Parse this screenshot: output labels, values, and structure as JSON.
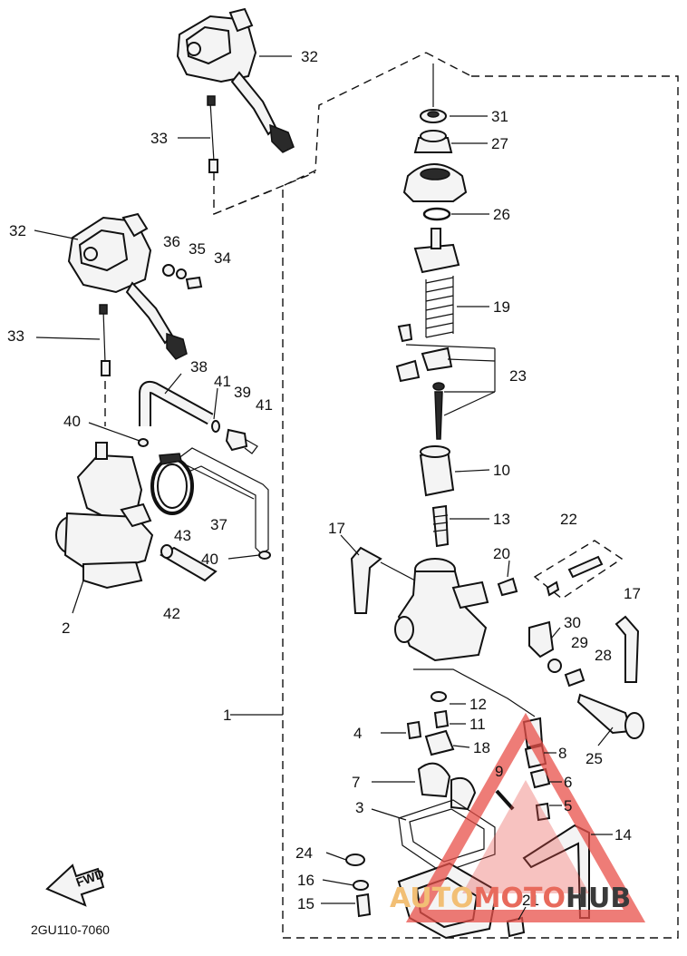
{
  "diagram": {
    "reference_code": "2GU110-7060",
    "fwd_label": "FWD",
    "watermark": {
      "part1": "AUTO",
      "part2": "MOTO",
      "part3": "HUB"
    },
    "callouts": [
      {
        "id": "c32a",
        "text": "32"
      },
      {
        "id": "c33a",
        "text": "33"
      },
      {
        "id": "c32b",
        "text": "32"
      },
      {
        "id": "c36",
        "text": "36"
      },
      {
        "id": "c35",
        "text": "35"
      },
      {
        "id": "c34",
        "text": "34"
      },
      {
        "id": "c33b",
        "text": "33"
      },
      {
        "id": "c38",
        "text": "38"
      },
      {
        "id": "c41a",
        "text": "41"
      },
      {
        "id": "c39",
        "text": "39"
      },
      {
        "id": "c41b",
        "text": "41"
      },
      {
        "id": "c40a",
        "text": "40"
      },
      {
        "id": "c43",
        "text": "43"
      },
      {
        "id": "c37",
        "text": "37"
      },
      {
        "id": "c40b",
        "text": "40"
      },
      {
        "id": "c42",
        "text": "42"
      },
      {
        "id": "c2",
        "text": "2"
      },
      {
        "id": "c31",
        "text": "31"
      },
      {
        "id": "c27",
        "text": "27"
      },
      {
        "id": "c26",
        "text": "26"
      },
      {
        "id": "c19",
        "text": "19"
      },
      {
        "id": "c23",
        "text": "23"
      },
      {
        "id": "c10",
        "text": "10"
      },
      {
        "id": "c13",
        "text": "13"
      },
      {
        "id": "c22",
        "text": "22"
      },
      {
        "id": "c17a",
        "text": "17"
      },
      {
        "id": "c20",
        "text": "20"
      },
      {
        "id": "c17b",
        "text": "17"
      },
      {
        "id": "c30",
        "text": "30"
      },
      {
        "id": "c29",
        "text": "29"
      },
      {
        "id": "c28",
        "text": "28"
      },
      {
        "id": "c1",
        "text": "1"
      },
      {
        "id": "c12",
        "text": "12"
      },
      {
        "id": "c11",
        "text": "11"
      },
      {
        "id": "c4",
        "text": "4"
      },
      {
        "id": "c18",
        "text": "18"
      },
      {
        "id": "c8",
        "text": "8"
      },
      {
        "id": "c25",
        "text": "25"
      },
      {
        "id": "c9",
        "text": "9"
      },
      {
        "id": "c6",
        "text": "6"
      },
      {
        "id": "c7",
        "text": "7"
      },
      {
        "id": "c5",
        "text": "5"
      },
      {
        "id": "c3",
        "text": "3"
      },
      {
        "id": "c14",
        "text": "14"
      },
      {
        "id": "c24",
        "text": "24"
      },
      {
        "id": "c16",
        "text": "16"
      },
      {
        "id": "c21",
        "text": "21"
      },
      {
        "id": "c15",
        "text": "15"
      }
    ]
  }
}
